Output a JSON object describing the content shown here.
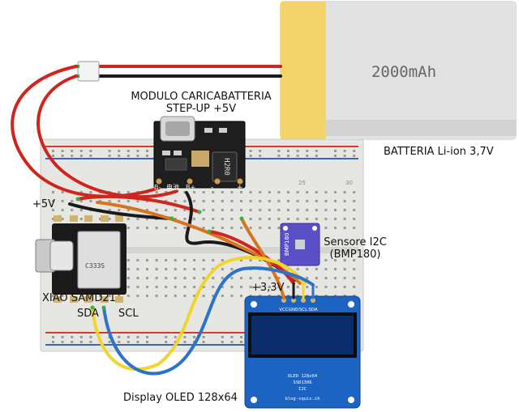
{
  "battery": {
    "capacity": "2000mAh",
    "label": "BATTERIA Li-ion 3,7V"
  },
  "charger": {
    "title_line1": "MODULO CARICABATTERIA",
    "title_line2": "STEP-UP +5V",
    "chip_text": "H2R0",
    "pin_b_minus": "B-",
    "pin_b_plus": "B+",
    "pin_label": "电池",
    "pin_out_minus": "-",
    "pin_out_plus": "+"
  },
  "board": {
    "name": "XIAO SAMD21",
    "rail_label": "+5V",
    "sda": "SDA",
    "scl": "SCL",
    "chip_text": "C333S"
  },
  "sensor": {
    "line1": "Sensore I2C",
    "line2": "(BMP180)",
    "chip_text": "BMP180"
  },
  "oled": {
    "label": "Display OLED 128x64",
    "pins": [
      "VCC",
      "GND",
      "SCL",
      "SDA"
    ],
    "info_lines": [
      "OLED 128x64",
      "SSD1306",
      "I2C"
    ],
    "site": "blog-squix.ch"
  },
  "supply": {
    "label": "+3,3V"
  },
  "breadboard": {
    "col_label_25": "25",
    "col_label_30": "30"
  },
  "colors": {
    "wire_red": "#d0241c",
    "wire_black": "#1a1a1a",
    "wire_orange": "#d9731c",
    "wire_yellow": "#f1d52c",
    "wire_blue": "#2b74c9",
    "wire_green": "#3bb13b",
    "battery_yellow": "#f3d46a",
    "oled_blue": "#1c63c2",
    "sensor_purple": "#5b4fc8"
  }
}
